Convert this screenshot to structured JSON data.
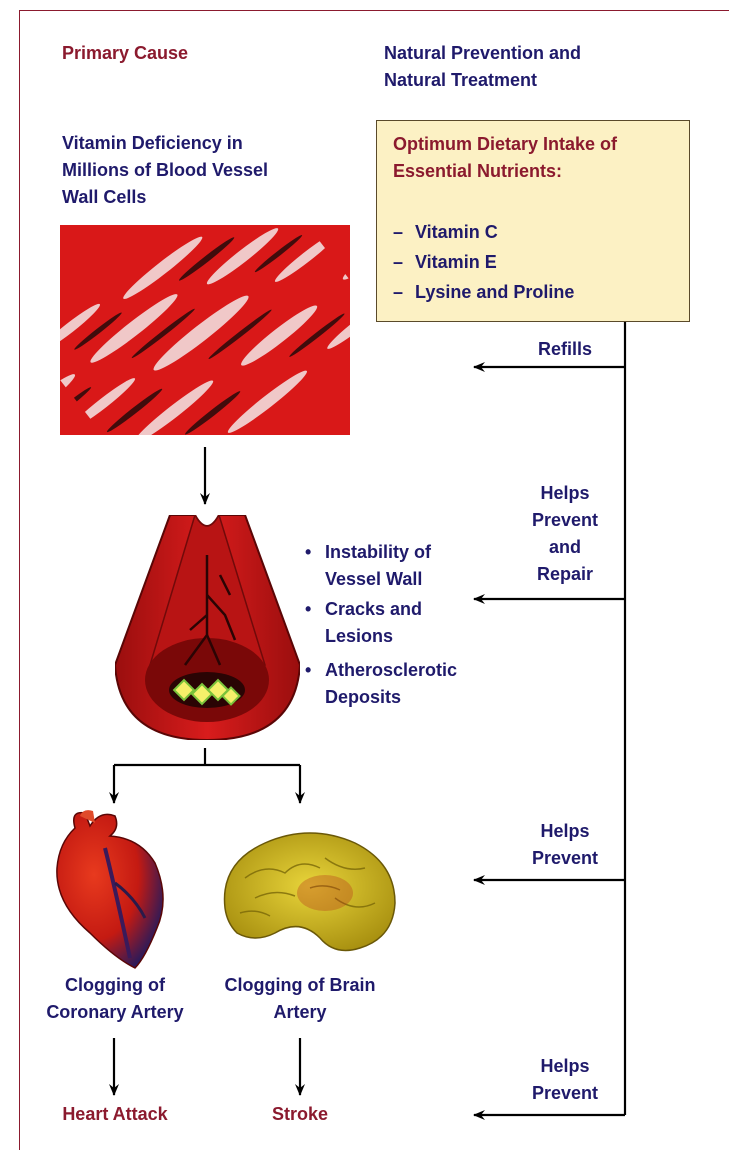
{
  "headings": {
    "primary_cause": "Primary Cause",
    "prevention_line1": "Natural Prevention and",
    "prevention_line2": "Natural Treatment"
  },
  "deficiency": {
    "line1": "Vitamin Deficiency in",
    "line2": "Millions of Blood Vessel",
    "line3": "Wall Cells"
  },
  "nutrients": {
    "title_line1": "Optimum Dietary Intake of",
    "title_line2": "Essential Nutrients:",
    "dash": "–",
    "items": [
      "Vitamin C",
      "Vitamin E",
      "Lysine and Proline"
    ]
  },
  "consequences": {
    "bullet": "•",
    "items": [
      {
        "line1": "Instability of",
        "line2": "Vessel Wall"
      },
      {
        "line1": "Cracks and",
        "line2": "Lesions"
      },
      {
        "line1": "Atherosclerotic",
        "line2": "Deposits"
      }
    ]
  },
  "actions": {
    "refills": "Refills",
    "prevent_repair": {
      "line1": "Helps",
      "line2": "Prevent",
      "line3": "and",
      "line4": "Repair"
    },
    "prevent_1": {
      "line1": "Helps",
      "line2": "Prevent"
    },
    "prevent_2": {
      "line1": "Helps",
      "line2": "Prevent"
    }
  },
  "outcomes": {
    "coronary_line1": "Clogging of",
    "coronary_line2": "Coronary Artery",
    "brain_line1": "Clogging of Brain",
    "brain_line2": "Artery",
    "heart_attack": "Heart Attack",
    "stroke": "Stroke"
  },
  "colors": {
    "navy_text": "#1f1a6b",
    "maroon_text": "#8b1a2e",
    "box_fill": "#fcf1c4",
    "vessel_red": "#c41414"
  }
}
